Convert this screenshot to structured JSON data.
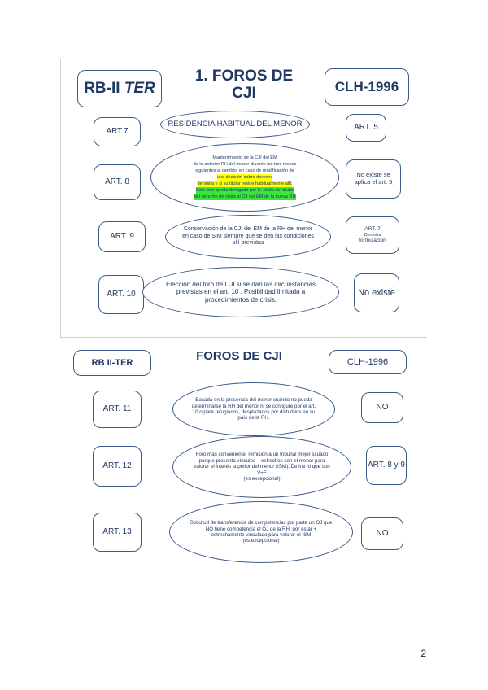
{
  "slide1": {
    "left_header": "RB-II ",
    "left_header_em": "TER",
    "title": "1. FOROS DE CJI",
    "right_header": "CLH-1996",
    "residence": "RESIDENCIA HABITUAL DEL MENOR",
    "rows": [
      {
        "left": "ART.7",
        "right": "ART. 5"
      },
      {
        "left": "ART. 8",
        "right": "No existe se aplica el art. 5",
        "lines": [
          {
            "text": "Mantenimiento de la CJI del EM",
            "hl": ""
          },
          {
            "text": "de la anterior RH del menor durante los tres meses",
            "hl": ""
          },
          {
            "text": "siguientes al cambio, en caso de modificación de",
            "hl": ""
          },
          {
            "text": "una decisión sobre derecho",
            "hl": "y"
          },
          {
            "text": "de visita y si su titular reside habitualmente allí.",
            "hl": "y"
          },
          {
            "text": "Este foro  queda derogado por S. tácita del titular",
            "hl": "g"
          },
          {
            "text": "del derecho de visita al OJ del EM de la nueva RH",
            "hl": "g"
          }
        ]
      },
      {
        "left": "ART. 9",
        "right_main": "ART. 7",
        "right_sub1": "Con otra",
        "right_sub2": "formulación",
        "text": "Conservación de la CJI del EM de la RH del menor en caso de SIM siempre que se den las condiciones allí previstas"
      },
      {
        "left": "ART. 10",
        "right": "No existe",
        "text": "Elección del foro de CJI si se dan las circunstancias previstas en el art. 10 . Posibilidad limitada a procedimientos de crisis."
      }
    ]
  },
  "slide2": {
    "left_header": "RB II-TER",
    "title": "FOROS DE CJI",
    "right_header": "CLH-1996",
    "rows": [
      {
        "left": "ART. 11",
        "right": "NO",
        "text": "Basada en la presencia del menor cuando no pueda determinarse la RH del menor ni se configure por el art. 10 o para refugiados, desplazados por disturbios en su país de la RH."
      },
      {
        "left": "ART. 12",
        "right": "ART. 8 y 9",
        "text": "Foro más conveniente: remisión a un tribunal mejor situado porque presenta vínculos – estrechos con el menor para valorar el interés superior del menor (ISM). Define lo que son V+E",
        "note": "(es excepcional)"
      },
      {
        "left": "ART. 13",
        "right": "NO",
        "text": "Solicitud de transferencia de competencias por parte un OJ que NO tiene competencia el OJ de la RH, por estar + estrechamente vinculado para valorar el ISM",
        "note": "(es excepcional)"
      }
    ]
  },
  "page_number": "2"
}
